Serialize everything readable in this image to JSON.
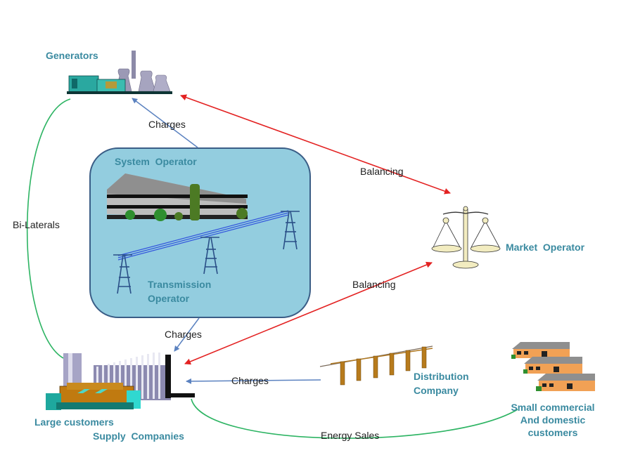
{
  "colors": {
    "node_label": "#3a8aa0",
    "edge_label": "#222222",
    "charges_arrow": "#5b82c0",
    "balancing_arrow": "#e32222",
    "contract_line": "#2db463",
    "operator_box_fill": "#93cddf",
    "operator_box_stroke": "#3a5d86"
  },
  "nodes": {
    "generators": {
      "label": "Generators",
      "icon": "power-plant-icon"
    },
    "system_operator": {
      "label": "System  Operator",
      "icon": "office-building-icon"
    },
    "transmission_operator": {
      "label_line1": "Transmission",
      "label_line2": "Operator",
      "icon": "transmission-tower-icon"
    },
    "market_operator": {
      "label": "Market  Operator",
      "icon": "scales-icon"
    },
    "large_customers": {
      "label": "Large customers",
      "icon": "factory-icon"
    },
    "supply_companies": {
      "label": "Supply  Companies",
      "icon": "office-tower-icon"
    },
    "distribution_company": {
      "label_line1": "Distribution",
      "label_line2": "Company",
      "icon": "utility-poles-icon"
    },
    "small_customers": {
      "label_line1": "Small commercial",
      "label_line2": "And domestic",
      "label_line3": "customers",
      "icon": "houses-icon"
    }
  },
  "edges": {
    "operator_to_generators": {
      "label": "Charges",
      "type": "charges"
    },
    "operator_to_supply": {
      "label": "Charges",
      "type": "charges"
    },
    "distribution_to_supply": {
      "label": "Charges",
      "type": "charges"
    },
    "generators_market": {
      "label": "Balancing",
      "type": "balancing"
    },
    "supply_market": {
      "label": "Balancing",
      "type": "balancing"
    },
    "generators_supply": {
      "label": "Bi-Laterals",
      "type": "contract"
    },
    "supply_small": {
      "label": "Energy Sales",
      "type": "contract"
    }
  }
}
